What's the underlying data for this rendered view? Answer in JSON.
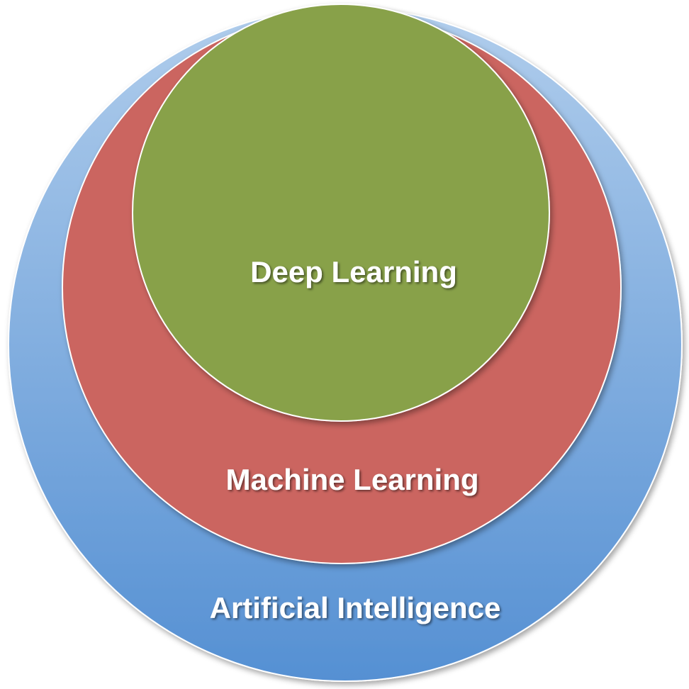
{
  "diagram": {
    "type": "nested-circles",
    "layers": [
      {
        "id": "ai",
        "label": "Artificial Intelligence",
        "color": "#7fa9dd"
      },
      {
        "id": "ml",
        "label": "Machine Learning",
        "color": "#cb6560"
      },
      {
        "id": "dl",
        "label": "Deep Learning",
        "color": "#88a14a"
      }
    ]
  }
}
